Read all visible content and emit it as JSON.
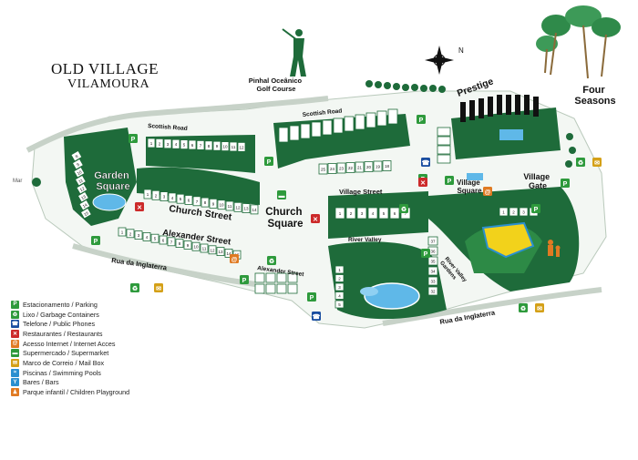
{
  "title": {
    "main": "OLD VILLAGE",
    "sub": "VILAMOURA"
  },
  "places": {
    "golf_course": "Pinhal Oceânico\nGolf Course",
    "four_seasons": "Four\nSeasons",
    "prestige": "Prestige",
    "garden_square": "Garden\nSquare",
    "church_street": "Church Street",
    "church_square": "Church\nSquare",
    "alexander_street": "Alexander Street",
    "alexander_street_small": "Alexander Street",
    "scottish_road_left": "Scottish Road",
    "scottish_road_top": "Scottish Road",
    "village_street": "Village Street",
    "village_square": "Village\nSquare",
    "village_gate": "Village\nGate",
    "river_valley": "River Valley",
    "river_valley_gardens": "River Valley\nGardens",
    "rua_inglaterra_left": "Rua da Inglaterra",
    "rua_inglaterra_right": "Rua da Inglaterra",
    "mar": "Mar"
  },
  "compass": {
    "north": "N"
  },
  "colors": {
    "green": "#1e6b3a",
    "dark_green": "#174f2c",
    "light_green": "#6fae52",
    "parking": "#2e9a3c",
    "orange": "#e07a22",
    "blue": "#2a8fd0",
    "yellow": "#f2d21b",
    "red": "#cc2a2a"
  },
  "legend": [
    {
      "icon": "parking-icon",
      "symbol": "P",
      "label": "Estacionamento / Parking",
      "color": "#2e9a3c"
    },
    {
      "icon": "garbage-icon",
      "symbol": "♻",
      "label": "Lixo / Garbage Containers",
      "color": "#2e9a3c"
    },
    {
      "icon": "phone-icon",
      "symbol": "☎",
      "label": "Telefone / Public Phones",
      "color": "#1a4ea0"
    },
    {
      "icon": "restaurant-icon",
      "symbol": "✕",
      "label": "Restaurantes / Restaurants",
      "color": "#cc2a2a"
    },
    {
      "icon": "internet-icon",
      "symbol": "@",
      "label": "Acesso Internet / Internet Acces",
      "color": "#e07a22"
    },
    {
      "icon": "supermarket-icon",
      "symbol": "▬",
      "label": "Supermercado / Supermarket",
      "color": "#2e9a3c"
    },
    {
      "icon": "mailbox-icon",
      "symbol": "✉",
      "label": "Marco de Correio / Mail Box",
      "color": "#d4a017"
    },
    {
      "icon": "pool-icon",
      "symbol": "≈",
      "label": "Piscinas / Swimming Pools",
      "color": "#2a8fd0"
    },
    {
      "icon": "bar-icon",
      "symbol": "Y",
      "label": "Bares / Bars",
      "color": "#2a8fd0"
    },
    {
      "icon": "playground-icon",
      "symbol": "♟",
      "label": "Parque infantil / Children Playground",
      "color": "#e07a22"
    }
  ],
  "unit_numbers": {
    "garden_left": [
      "8",
      "9",
      "10",
      "11",
      "12",
      "13",
      "14",
      "15"
    ],
    "scottish_row": [
      "1",
      "2",
      "3",
      "4",
      "5",
      "6",
      "7",
      "8",
      "9",
      "10",
      "11",
      "12"
    ],
    "church_row": [
      "1",
      "2",
      "3",
      "4",
      "5",
      "6",
      "7",
      "8",
      "9",
      "10",
      "11",
      "12",
      "13",
      "14"
    ],
    "alexander_row": [
      "1",
      "2",
      "3",
      "4",
      "5",
      "6",
      "7",
      "8",
      "9",
      "10",
      "11",
      "12",
      "13",
      "14",
      "15"
    ],
    "village_row": [
      "1",
      "2",
      "3",
      "4",
      "5",
      "6",
      "7"
    ],
    "middle_row": [
      "25",
      "24",
      "23",
      "22",
      "21",
      "20",
      "19",
      "18"
    ],
    "river_right": [
      "37",
      "36",
      "35",
      "34",
      "33",
      "32"
    ],
    "small_block": [
      "1",
      "2",
      "3",
      "4",
      "5"
    ],
    "gate_row": [
      "1",
      "2",
      "3",
      "4"
    ]
  }
}
